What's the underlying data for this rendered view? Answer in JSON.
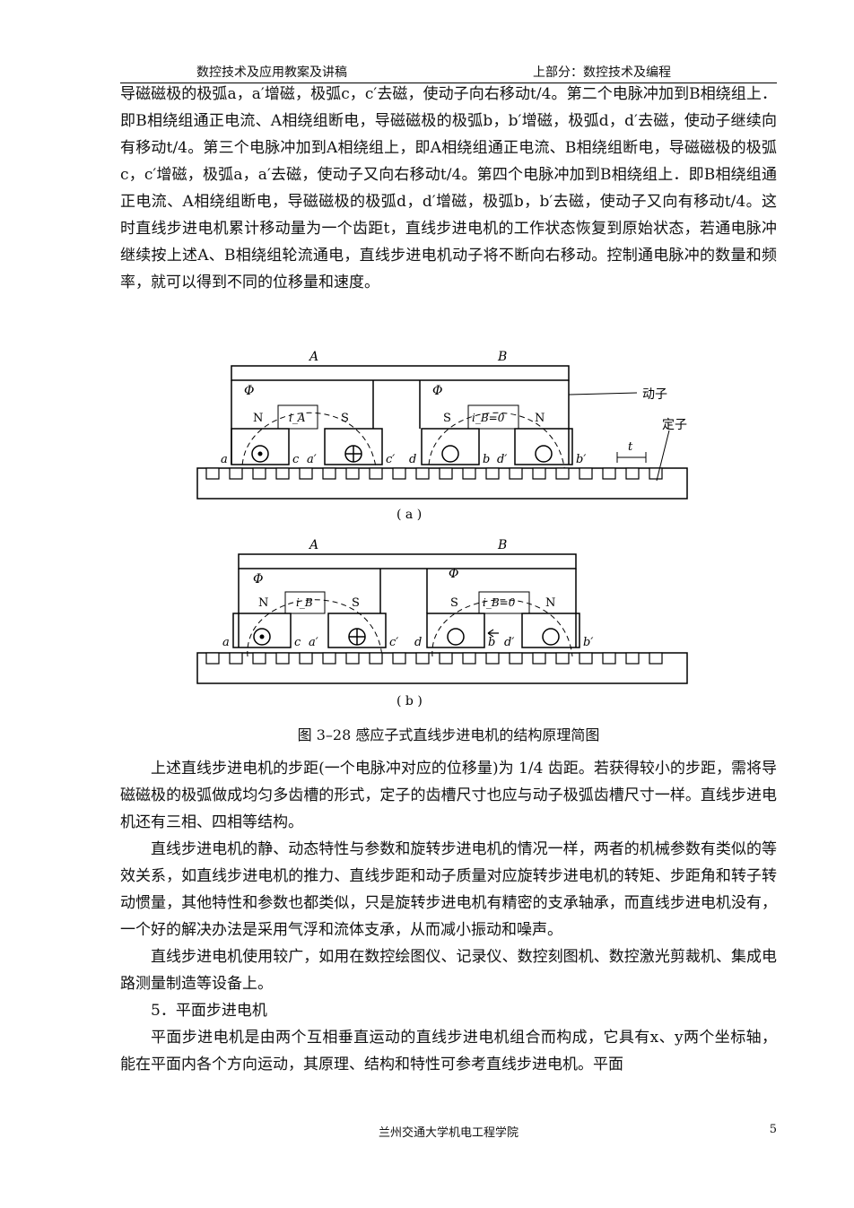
{
  "header": {
    "left": "数控技术及应用教案及讲稿",
    "right": "上部分：数控技术及编程"
  },
  "para1": "导磁磁极的极弧a，a′增磁，极弧c，c′去磁，使动子向右移动t/4。第二个电脉冲加到B相绕组上．即B相绕组通正电流、A相绕组断电，导磁磁极的极弧b，b′增磁，极弧d，d′去磁，使动子继续向有移动t/4。第三个电脉冲加到A相绕组上，即A相绕组通正电流、B相绕组断电，导磁磁极的极弧c，c′增磁，极弧a，a′去磁，使动子又向右移动t/4。第四个电脉冲加到B相绕组上．即B相绕组通正电流、A相绕组断电，导磁磁极的极弧d，d′增磁，极弧b，b′去磁，使动子又向有移动t/4。这时直线步进电机累计移动量为一个齿距t，直线步进电机的工作状态恢复到原始状态，若通电脉冲继续按上述A、B相绕组轮流通电，直线步进电机动子将不断向右移动。控制通电脉冲的数量和频率，就可以得到不同的位移量和速度。",
  "figure": {
    "a": {
      "label_A": "A",
      "label_B": "B",
      "phi1": "Φ",
      "phi2": "Φ",
      "N1": "N",
      "S1": "S",
      "S2": "S",
      "N2": "N",
      "coil1": "i_A",
      "coil2": "i_B=0",
      "pole_a": "a",
      "pole_c": "c",
      "pole_a2": "a′",
      "pole_c2": "c′",
      "pole_d": "d",
      "pole_b": "b",
      "pole_d2": "d′",
      "pole_b2": "b′",
      "mover": "动子",
      "stator": "定子",
      "pitch": "t",
      "sub": "( a )"
    },
    "b": {
      "label_A": "A",
      "label_B": "B",
      "phi1": "Φ",
      "phi2": "Φ",
      "N1": "N",
      "S1": "S",
      "S2": "S",
      "N2": "N",
      "coil1": "i_B",
      "coil2": "i_B=0",
      "pole_a": "a",
      "pole_c": "c",
      "pole_a2": "a′",
      "pole_c2": "c′",
      "pole_d": "d",
      "pole_b": "b",
      "pole_d2": "d′",
      "pole_b2": "b′",
      "sub": "( b )"
    },
    "caption": "图 3–28  感应子式直线步进电机的结构原理简图"
  },
  "para2": "上述直线步进电机的步距(一个电脉冲对应的位移量)为 1/4 齿距。若获得较小的步距，需将导磁磁极的极弧做成均匀多齿槽的形式，定子的齿槽尺寸也应与动子极弧齿槽尺寸一样。直线步进电机还有三相、四相等结构。",
  "para3": "直线步进电机的静、动态特性与参数和旋转步进电机的情况一样，两者的机械参数有类似的等效关系，如直线步进电机的推力、直线步距和动子质量对应旋转步进电机的转矩、步距角和转子转动惯量，其他特性和参数也都类似，只是旋转步进电机有精密的支承轴承，而直线步进电机没有，一个好的解决办法是采用气浮和流体支承，从而减小振动和噪声。",
  "para4": "直线步进电机使用较广，如用在数控绘图仪、记录仪、数控刻图机、数控激光剪裁机、集成电路测量制造等设备上。",
  "section": "5．平面步进电机",
  "para5": "平面步进电机是由两个互相垂直运动的直线步进电机组合而构成，它具有x、y两个坐标轴，能在平面内各个方向运动，其原理、结构和特性可参考直线步进电机。平面",
  "footer": {
    "center": "兰州交通大学机电工程学院",
    "page": "5"
  }
}
